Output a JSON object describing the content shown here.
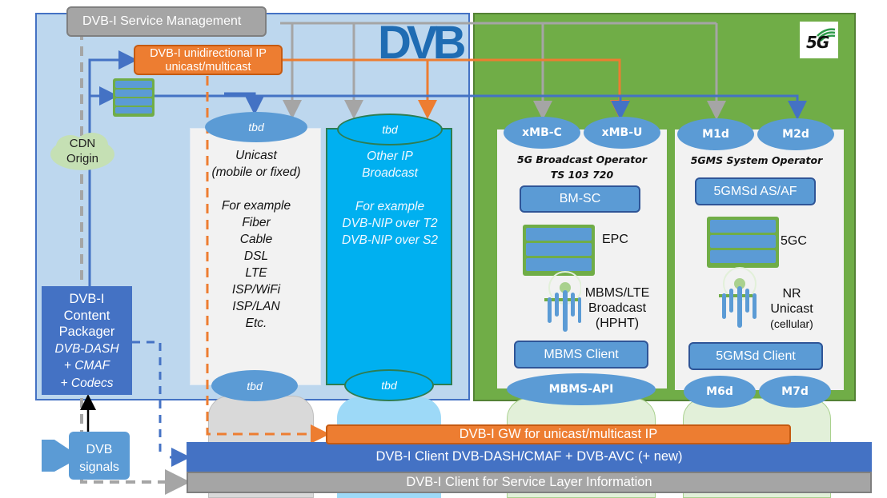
{
  "header": {
    "service_management": "DVB-I Service Management",
    "unidirectional_ip_line1": "DVB-I unidirectional IP",
    "unidirectional_ip_line2": "unicast/multicast",
    "dvb_logo": "DVB",
    "logo_5g": "5G"
  },
  "cdn": {
    "line1": "CDN",
    "line2": "Origin"
  },
  "unicast_column": {
    "top_interface": "tbd",
    "bottom_interface": "tbd",
    "title_line1": "Unicast",
    "title_line2": "(mobile or fixed)",
    "example_heading": "For example",
    "examples": [
      "Fiber",
      "Cable",
      "DSL",
      "LTE",
      "ISP/WiFi",
      "ISP/LAN",
      "Etc."
    ]
  },
  "other_ip_column": {
    "top_interface": "tbd",
    "bottom_interface": "tbd",
    "title_line1": "Other IP",
    "title_line2": "Broadcast",
    "example_heading": "For example",
    "examples": [
      "DVB-NIP over T2",
      "DVB-NIP over S2"
    ]
  },
  "broadcast_operator": {
    "interfaces_top": [
      "xMB-C",
      "xMB-U"
    ],
    "title_line1": "5G Broadcast Operator",
    "title_line2": "TS 103 720",
    "bmsc": "BM-SC",
    "core": "EPC",
    "radio_line1": "MBMS/LTE",
    "radio_line2": "Broadcast",
    "radio_line3": "(HPHT)",
    "client": "MBMS Client",
    "api": "MBMS-API"
  },
  "gms_operator": {
    "interfaces_top": [
      "M1d",
      "M2d"
    ],
    "title": "5GMS System Operator",
    "asaf": "5GMSd AS/AF",
    "core": "5GC",
    "radio_line1": "NR",
    "radio_line2": "Unicast",
    "radio_line3": "(cellular)",
    "client": "5GMSd Client",
    "interfaces_bottom": [
      "M6d",
      "M7d"
    ]
  },
  "packager": {
    "line1": "DVB-I",
    "line2": "Content",
    "line3": "Packager",
    "line4": "DVB-DASH",
    "line5": "+ CMAF",
    "line6": "+ Codecs"
  },
  "dvb_signals": {
    "line1": "DVB",
    "line2": "signals"
  },
  "client_stack": {
    "gateway": "DVB-I GW for unicast/multicast IP",
    "client": "DVB-I Client DVB-DASH/CMAF  + DVB-AVC (+ new)",
    "service_layer": "DVB-I Client for Service Layer Information"
  },
  "colors": {
    "dvb_area": "#bdd7ee",
    "g5_area": "#70ad47",
    "orange": "#ed7d31",
    "blue": "#4472c4",
    "light_blue": "#5b9bd5",
    "cyan": "#00b0f0",
    "gray": "#a5a5a5"
  }
}
